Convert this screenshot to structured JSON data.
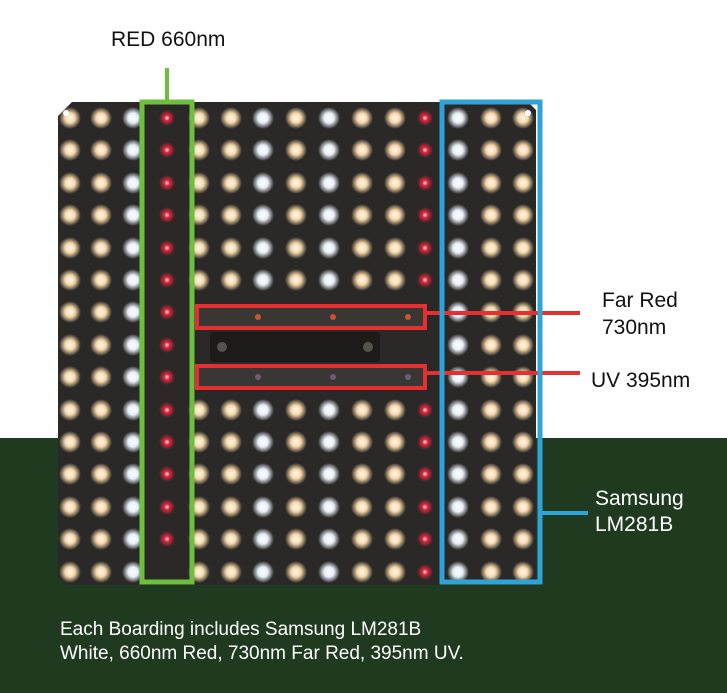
{
  "labels": {
    "red": "RED 660nm",
    "far_red_line1": "Far Red",
    "far_red_line2": "730nm",
    "uv": "UV 395nm",
    "samsung_line1": "Samsung",
    "samsung_line2": "LM281B"
  },
  "caption": {
    "line1": "Each Boarding includes Samsung LM281B",
    "line2": "White, 660nm Red, 730nm Far Red, 395nm UV."
  },
  "colors": {
    "background": "#ffffff",
    "bottom_band": "#1f3a1f",
    "board": "#2a2826",
    "warm_led": "#f3d3a6",
    "cool_led": "#eef2f8",
    "red_led": "#e0233a",
    "red_highlight": "#e43030",
    "uv_highlight": "#e43030",
    "red_column_box": "#6dbf3d",
    "samsung_box": "#2ea3d6"
  },
  "icons": {
    "led": "led-dot",
    "mount": "mounting-bracket"
  }
}
